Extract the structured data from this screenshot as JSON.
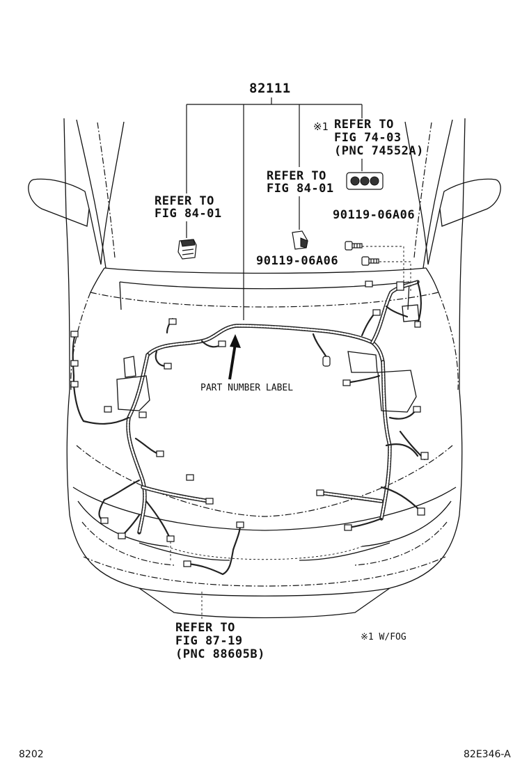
{
  "diagram": {
    "main_part_number": "82111",
    "callouts": {
      "refer_left_line1": "REFER TO",
      "refer_left_line2": "FIG 84-01",
      "refer_mid_line1": "REFER TO",
      "refer_mid_line2": "FIG 84-01",
      "refer_fog_mark": "※1",
      "refer_fog_line1": "REFER TO",
      "refer_fog_line2": "FIG 74-03",
      "refer_fog_line3": "(PNC 74552A)",
      "bolt_upper": "90119-06A06",
      "bolt_lower": "90119-06A06",
      "part_number_label": "PART NUMBER LABEL",
      "refer_bottom_line1": "REFER TO",
      "refer_bottom_line2": "FIG 87-19",
      "refer_bottom_line3": "(PNC 88605B)"
    },
    "note": "※1 W/FOG",
    "footer_left": "8202",
    "footer_right": "82E346-A"
  }
}
